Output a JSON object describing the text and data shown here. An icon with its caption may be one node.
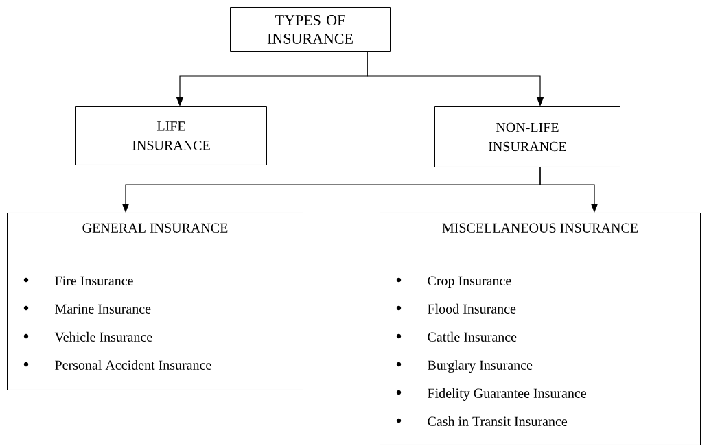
{
  "diagram": {
    "nodes": [
      {
        "text": [
          "TYPES OF INSURANCE"
        ]
      },
      {
        "text": [
          "LIFE INSURANCE"
        ]
      },
      {
        "text": [
          "NON-LIFE INSURANCE"
        ]
      },
      {
        "text": [
          "GENERAL INSURANCE",
          "Fire Insurance",
          "Marine Insurance",
          "Vehicle Insurance",
          "Personal Accident Insurance"
        ]
      },
      {
        "text": [
          "MISCELLANEOUS INSURANCE",
          "Crop Insurance",
          "Flood Insurance",
          "Cattle Insurance",
          "Burglary Insurance",
          "Fidelity Guarantee Insurance",
          "Cash in Transit Insurance"
        ]
      }
    ],
    "edges": [
      {
        "from": 0,
        "to": 1,
        "arrow": "to"
      },
      {
        "from": 0,
        "to": 2,
        "arrow": "to"
      },
      {
        "from": 2,
        "to": 3,
        "arrow": "to"
      },
      {
        "from": 2,
        "to": 4,
        "arrow": "to"
      }
    ]
  }
}
